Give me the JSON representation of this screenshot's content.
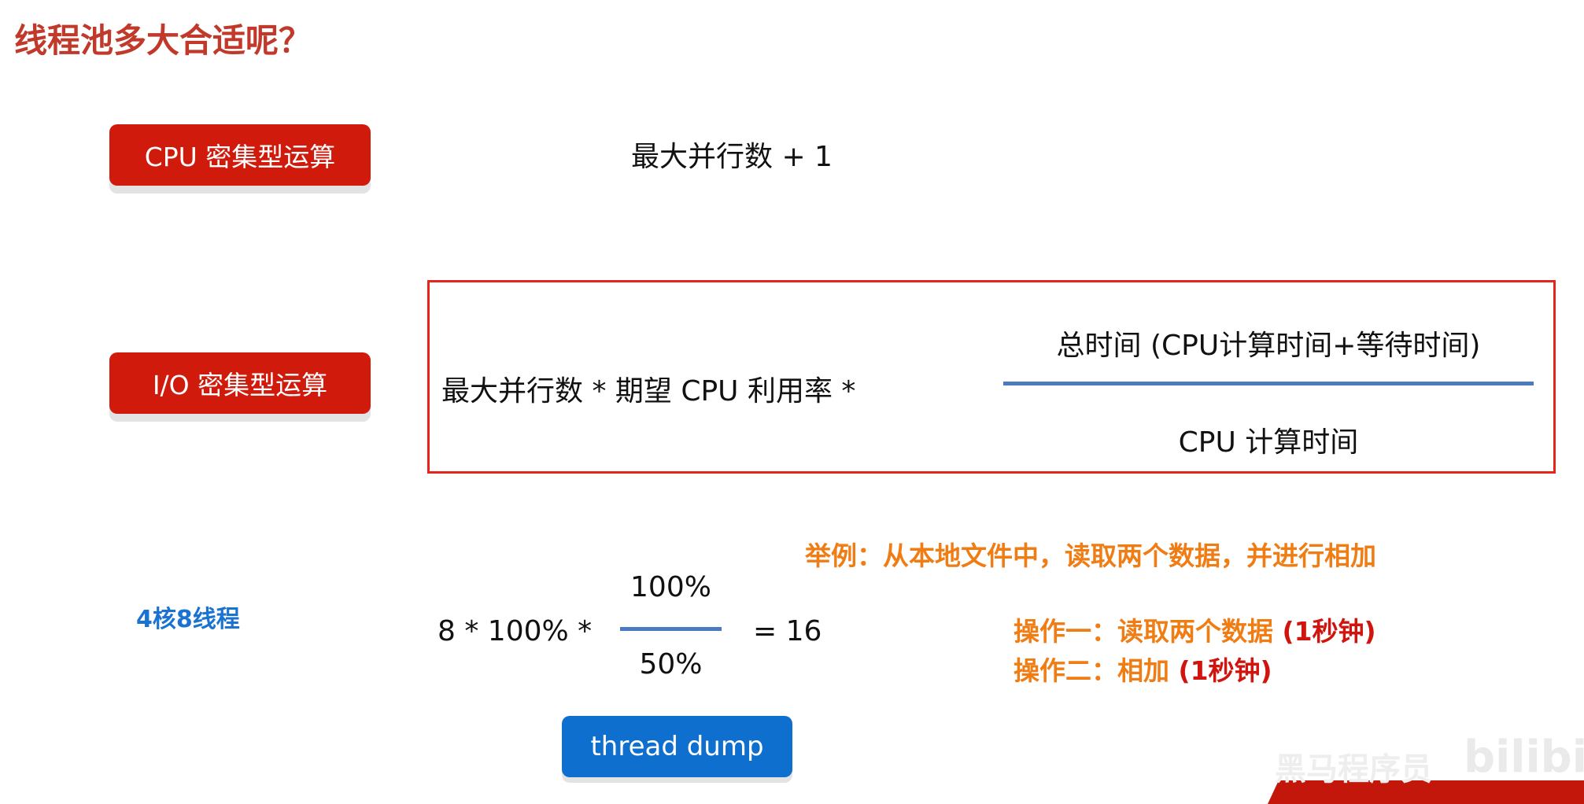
{
  "title": "线程池多大合适呢？",
  "cpu_intensive": {
    "label": "CPU 密集型运算",
    "formula": "最大并行数 + 1"
  },
  "io_intensive": {
    "label": "I/O 密集型运算",
    "formula_left": "最大并行数 *  期望 CPU 利用率  *",
    "numerator": "总时间 (CPU计算时间+等待时间)",
    "denominator": "CPU 计算时间"
  },
  "example": {
    "heading": "举例：从本地文件中，读取两个数据，并进行相加",
    "cpu_label": "4核8线程",
    "calc_left": "8 *  100% *",
    "calc_numerator": "100%",
    "calc_denominator": "50%",
    "calc_result": "= 16",
    "op1": {
      "label": "操作一：读取两个数据",
      "time": "(1秒钟)"
    },
    "op2": {
      "label": "操作二：相加",
      "time": "(1秒钟)"
    }
  },
  "thread_dump_button": "thread dump",
  "watermark": {
    "text": "黑马程序员",
    "logo": "bilibili"
  },
  "colors": {
    "title": "#c0392b",
    "red_button": "#d01a0b",
    "blue_button": "#0f6fcf",
    "orange": "#f07d14",
    "box_border": "#e8251a"
  }
}
